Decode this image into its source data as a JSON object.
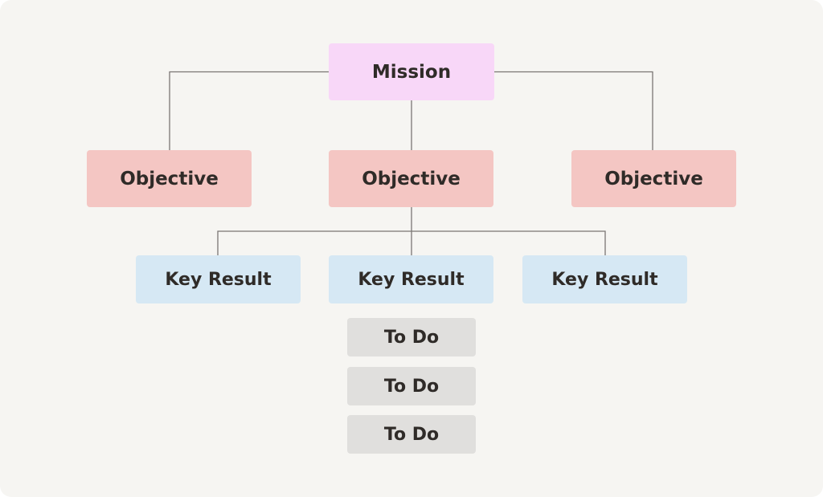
{
  "diagram": {
    "mission": {
      "label": "Mission"
    },
    "objectives": [
      {
        "label": "Objective"
      },
      {
        "label": "Objective"
      },
      {
        "label": "Objective"
      }
    ],
    "key_results": [
      {
        "label": "Key Result"
      },
      {
        "label": "Key Result"
      },
      {
        "label": "Key Result"
      }
    ],
    "todos": [
      {
        "label": "To Do"
      },
      {
        "label": "To Do"
      },
      {
        "label": "To Do"
      }
    ]
  },
  "colors": {
    "background": "#f6f5f2",
    "mission": "#f8d7f8",
    "objective": "#f4c6c3",
    "key_result": "#d6e8f4",
    "todo": "#e0dfdd",
    "connector": "#7a7673",
    "text": "#2f2b28"
  }
}
